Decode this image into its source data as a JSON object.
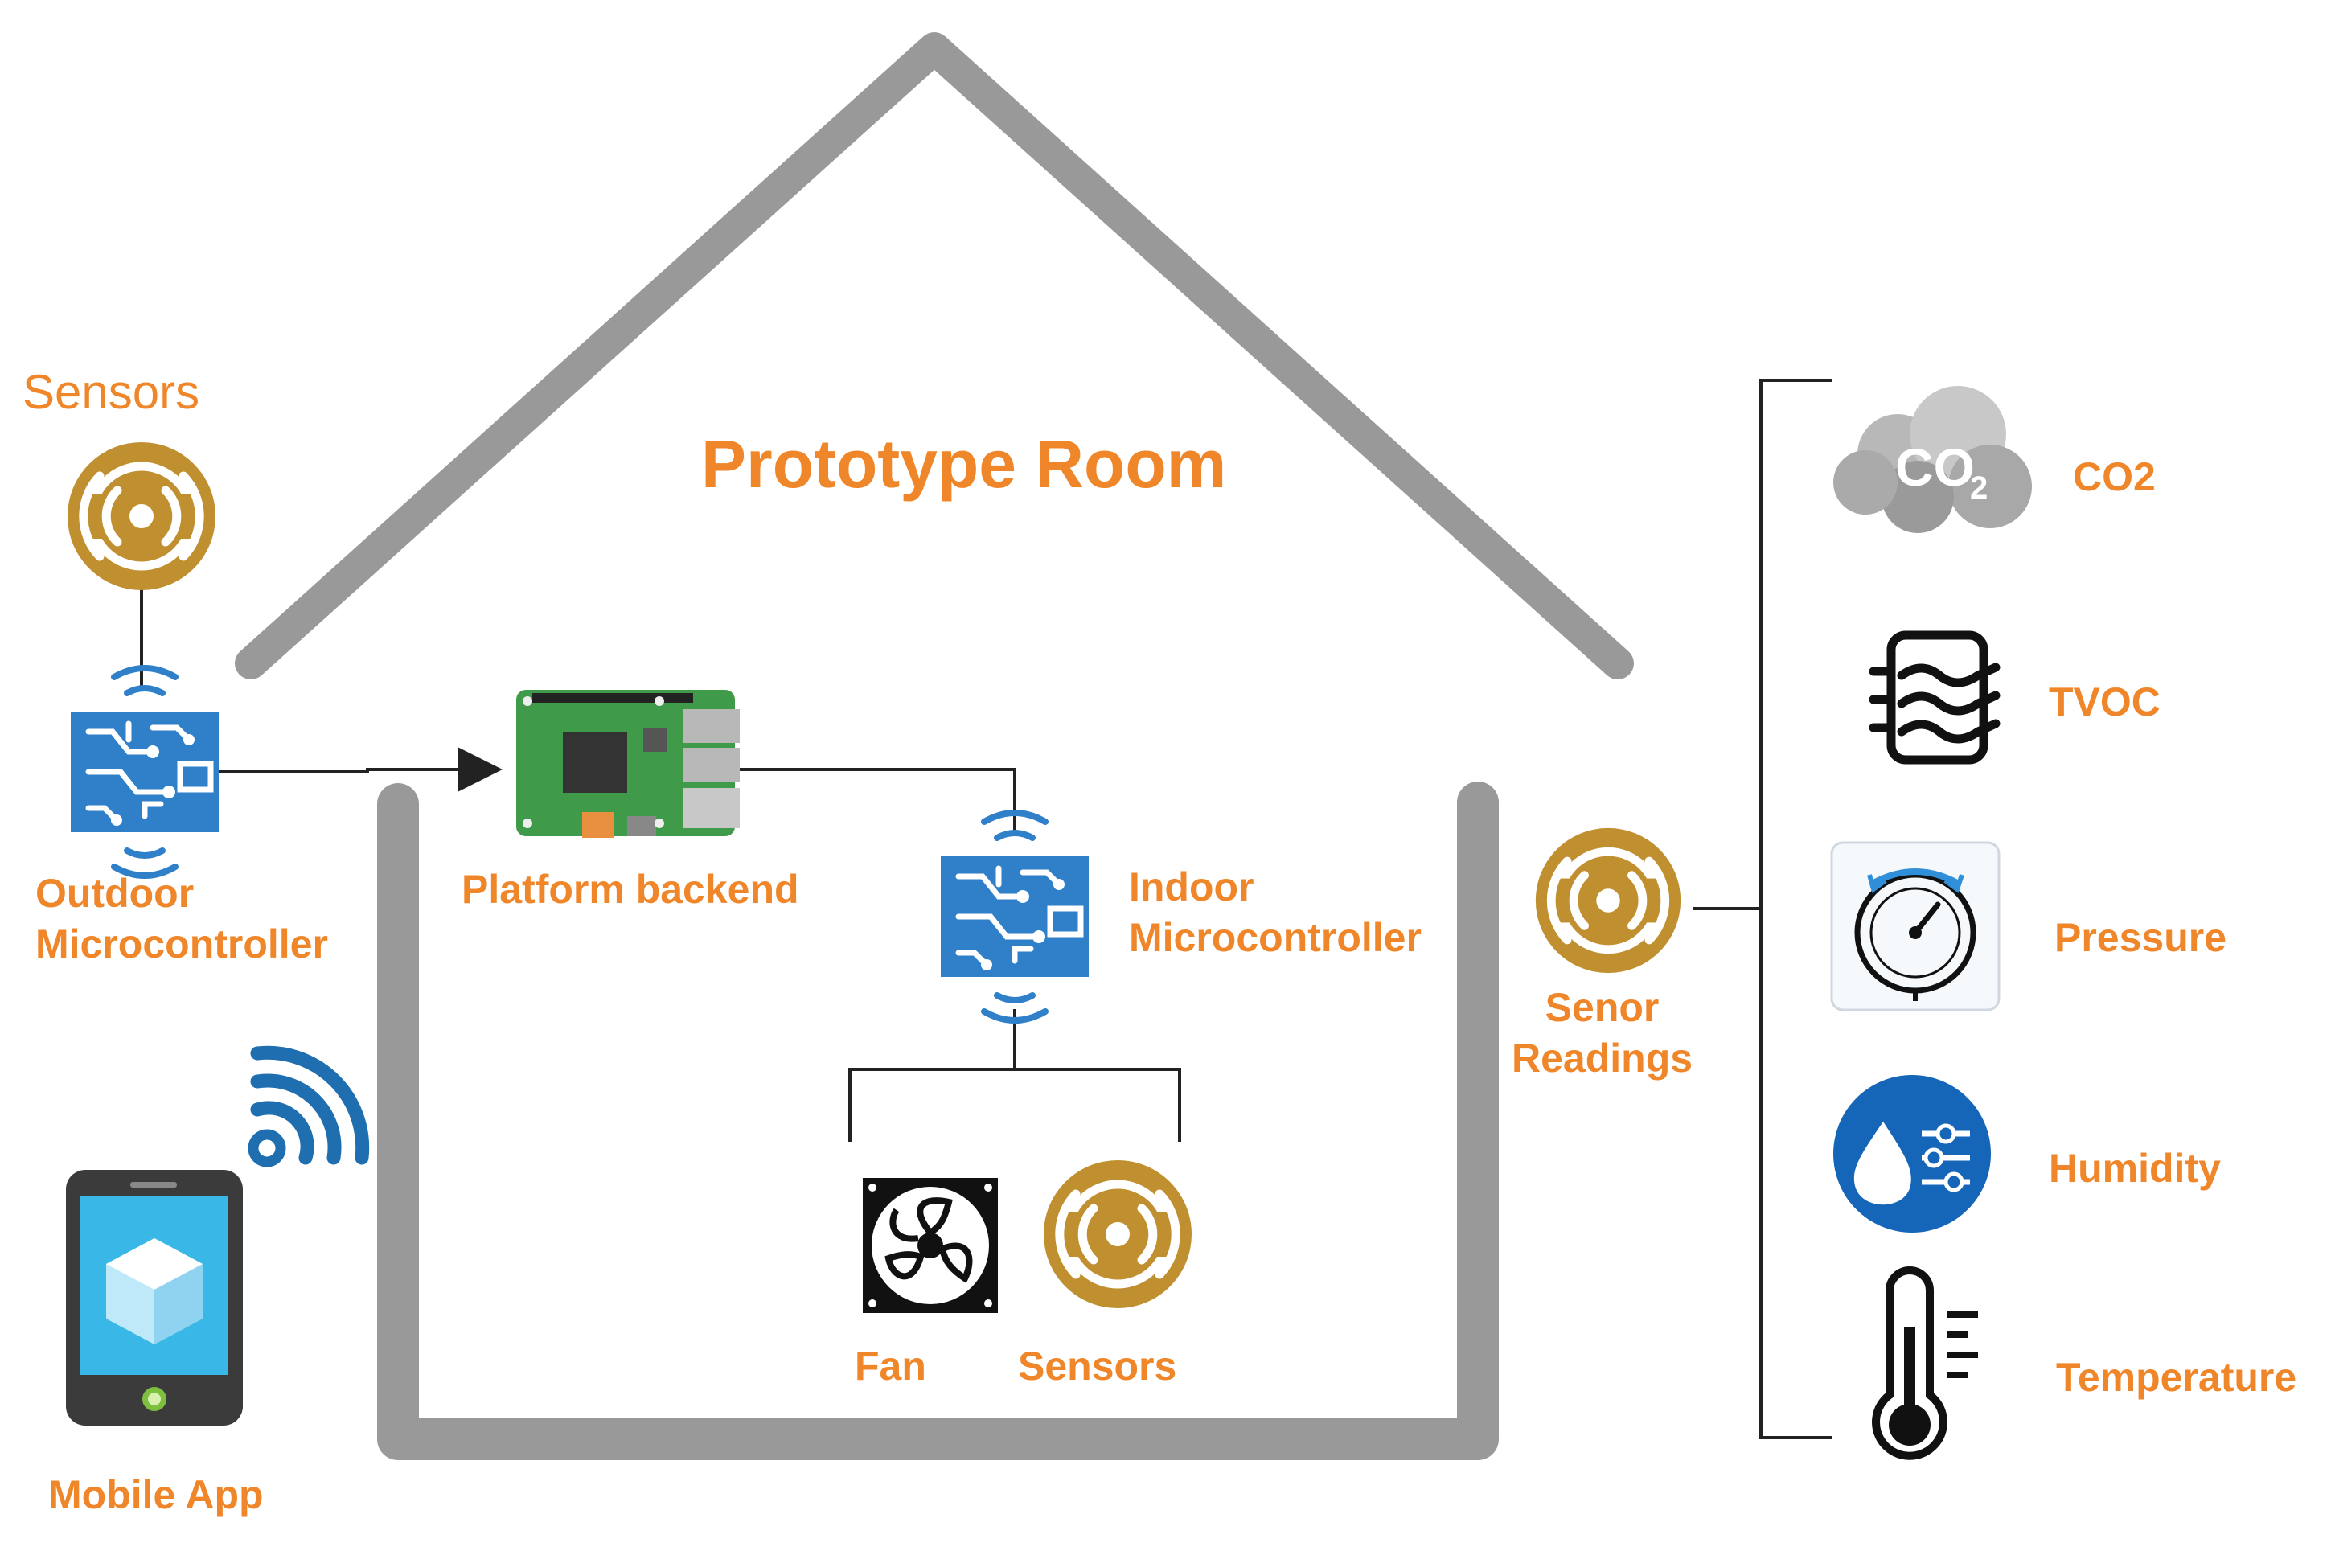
{
  "title": "Prototype Room",
  "accent_color": "#f0862a",
  "wall_color": "#999999",
  "sensor_color": "#c09030",
  "circuit_color": "#2f7fc9",
  "outdoor": {
    "sensors_label": "Sensors",
    "mcu_label_line1": "Outdoor",
    "mcu_label_line2": "Microcontroller"
  },
  "platform_backend_label": "Platform backend",
  "indoor": {
    "mcu_label_line1": "Indoor",
    "mcu_label_line2": "Microcontroller",
    "fan_label": "Fan",
    "sensors_label": "Sensors"
  },
  "mobile_app_label": "Mobile App",
  "readings": {
    "label_line1": "Senor",
    "label_line2": "Readings",
    "items": [
      {
        "label": "CO2",
        "icon": "co2-cloud-icon",
        "icon_text": "CO",
        "icon_sub": "2"
      },
      {
        "label": "TVOC",
        "icon": "tvoc-icon"
      },
      {
        "label": "Pressure",
        "icon": "pressure-gauge-icon"
      },
      {
        "label": "Humidity",
        "icon": "humidity-icon"
      },
      {
        "label": "Temperature",
        "icon": "thermometer-icon"
      }
    ]
  }
}
